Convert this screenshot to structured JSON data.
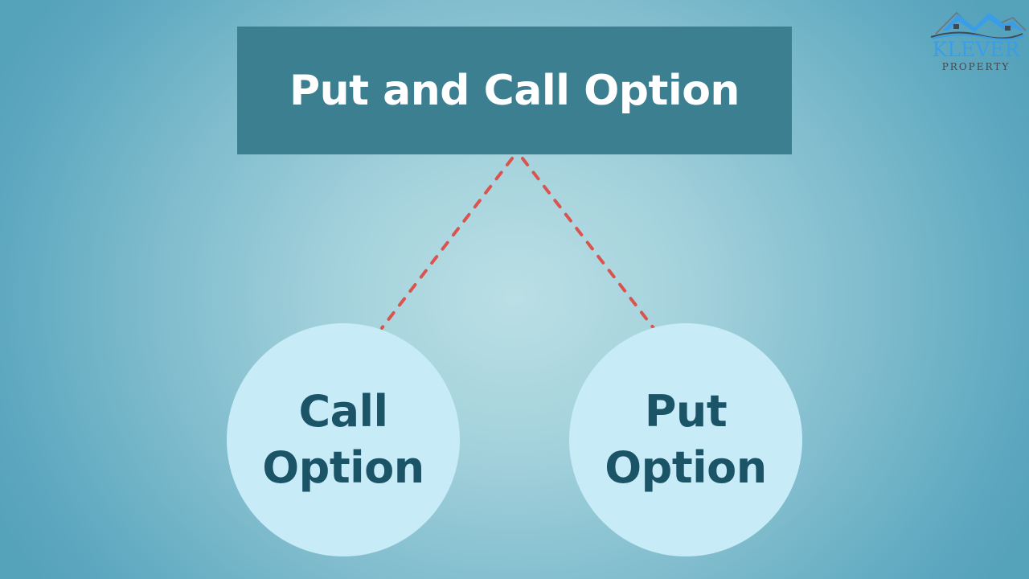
{
  "diagram": {
    "title": "Put and Call Option",
    "children": [
      {
        "line1": "Call",
        "line2": "Option"
      },
      {
        "line1": "Put",
        "line2": "Option"
      }
    ],
    "connector_style": "dashed",
    "colors": {
      "title_box": "#3b7f90",
      "title_text": "#ffffff",
      "circle_fill": "#c8ebf8",
      "circle_text": "#1b5467",
      "connector": "#d9534f",
      "background_center": "#badfe5",
      "background_edge": "#55a2bb"
    }
  },
  "logo": {
    "icon": "house-roof-icon",
    "name": "KLEVER",
    "tagline": "PROPERTY"
  }
}
